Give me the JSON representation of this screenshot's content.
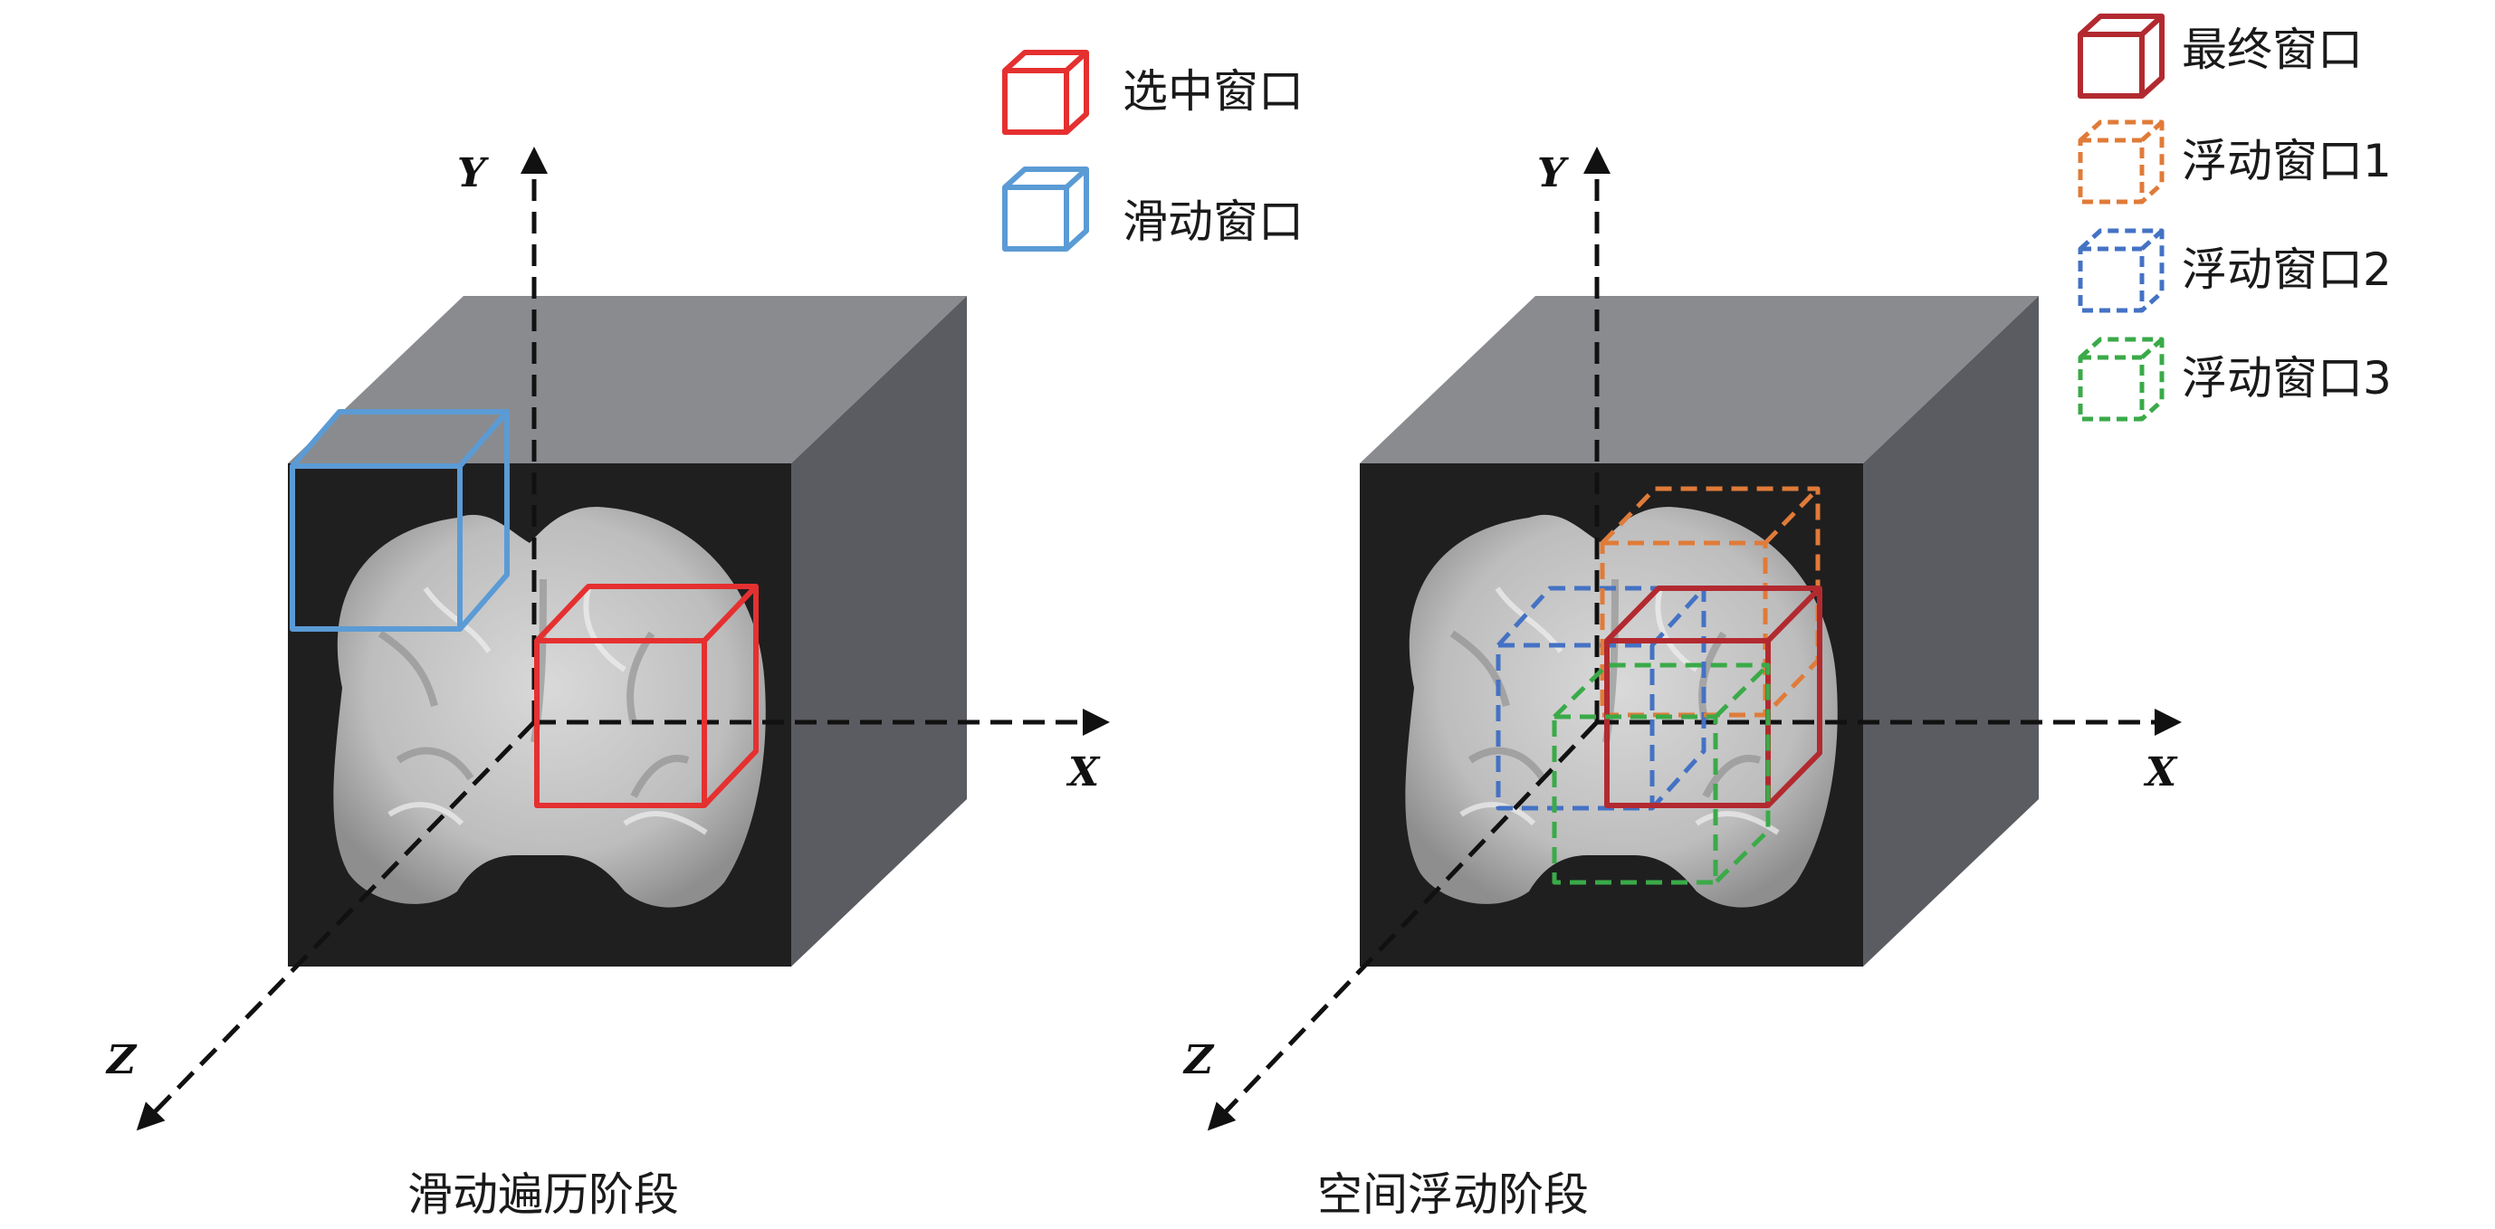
{
  "left_panel": {
    "caption": "滑动遍历阶段",
    "axis_labels": {
      "x": "X",
      "y": "Y",
      "z": "Z"
    },
    "legend": [
      {
        "label": "选中窗口",
        "color": "#e53030",
        "style": "solid"
      },
      {
        "label": "滑动窗口",
        "color": "#5b9bd5",
        "style": "solid"
      }
    ]
  },
  "right_panel": {
    "caption": "空间浮动阶段",
    "axis_labels": {
      "x": "X",
      "y": "Y",
      "z": "Z"
    },
    "legend": [
      {
        "label": "最终窗口",
        "color": "#b22a30",
        "style": "solid"
      },
      {
        "label": "浮动窗口1",
        "color": "#e07b39",
        "style": "dashed"
      },
      {
        "label": "浮动窗口2",
        "color": "#4472c4",
        "style": "dashed"
      },
      {
        "label": "浮动窗口3",
        "color": "#3aaa48",
        "style": "dashed"
      }
    ]
  },
  "colors": {
    "volume_front": "#1f1f1f",
    "volume_top": "#8a8b8f",
    "volume_side": "#5b5c62",
    "brain": "#bdbdbd",
    "axis": "#111111"
  }
}
